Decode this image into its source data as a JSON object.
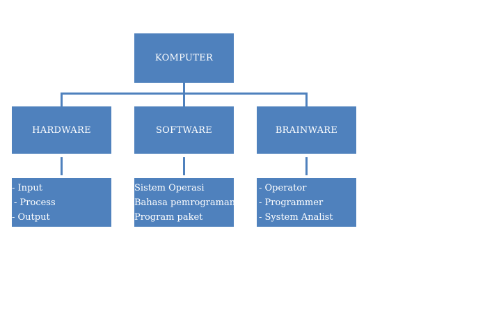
{
  "root": {
    "label": "KOMPUTER"
  },
  "categories": [
    {
      "label": "HARDWARE",
      "items": [
        "- Input",
        "- Process",
        "- Output"
      ]
    },
    {
      "label": "SOFTWARE",
      "items": [
        "Sistem Operasi",
        "Bahasa pemrograman",
        "Program paket"
      ]
    },
    {
      "label": "BRAINWARE",
      "items": [
        "- Operator",
        "- Programmer",
        "- System Analist"
      ]
    }
  ],
  "colors": {
    "box_fill": "#4f81bd",
    "text": "#ffffff",
    "background": "#ffffff"
  }
}
